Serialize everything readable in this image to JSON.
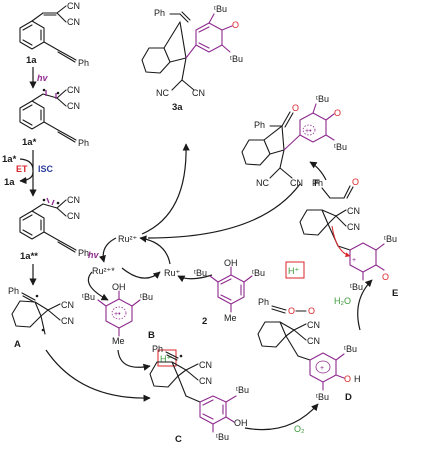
{
  "compounds": {
    "c1a": "1a",
    "c1a_star": "1a*",
    "c1a_star_reagent": "1a*",
    "c1a_product": "1a",
    "c1a_2star": "1a**",
    "cA": "A",
    "cB": "B",
    "cC": "C",
    "cD": "D",
    "cE": "E",
    "cF": "F",
    "c2": "2",
    "c3a": "3a"
  },
  "labels": {
    "hv_top": "hv",
    "hv_cycle": "hv",
    "et": "ET",
    "isc": "ISC",
    "ru2": "Ru²⁺",
    "ru2star": "Ru²⁺*",
    "ruplus": "Ru⁺",
    "h2o": "H₂O",
    "o2": "O₂",
    "hplus_A": "H⁺",
    "hplus_E": "H⁺",
    "ph": "Ph",
    "cn": "CN",
    "nc": "NC",
    "tbu": "ᵗBu",
    "me": "Me",
    "oh": "OH",
    "o": "O",
    "h": "H",
    "plus_dot": "+•",
    "plus": "+"
  },
  "colors": {
    "red": "#d9262b",
    "blue": "#2c3e9a",
    "purple": "#8e2a8e",
    "green": "#3a9a3a",
    "black": "#1a1a1a"
  }
}
